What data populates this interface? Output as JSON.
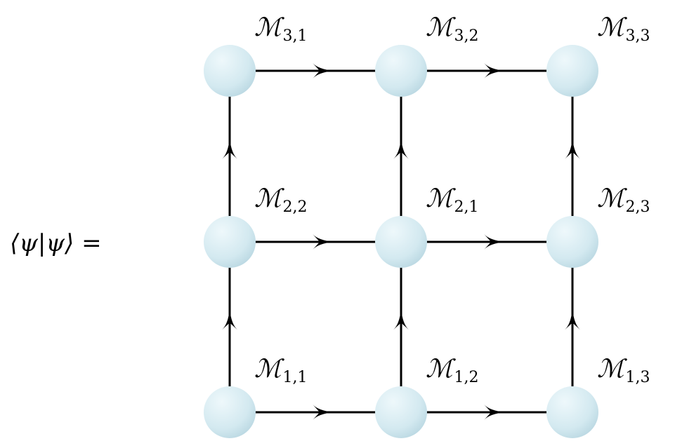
{
  "equation_lhs": "⟨ψ|ψ⟩ =",
  "node_color": "#d6edf3",
  "edge_color": "#000000",
  "nodes": [
    {
      "row": 1,
      "col": 1,
      "label": "ℳ",
      "sub": "1,1"
    },
    {
      "row": 1,
      "col": 2,
      "label": "ℳ",
      "sub": "1,2"
    },
    {
      "row": 1,
      "col": 3,
      "label": "ℳ",
      "sub": "1,3"
    },
    {
      "row": 2,
      "col": 1,
      "label": "ℳ",
      "sub": "2,2"
    },
    {
      "row": 2,
      "col": 2,
      "label": "ℳ",
      "sub": "2,1"
    },
    {
      "row": 2,
      "col": 3,
      "label": "ℳ",
      "sub": "2,3"
    },
    {
      "row": 3,
      "col": 1,
      "label": "ℳ",
      "sub": "3,1"
    },
    {
      "row": 3,
      "col": 2,
      "label": "ℳ",
      "sub": "3,2"
    },
    {
      "row": 3,
      "col": 3,
      "label": "ℳ",
      "sub": "3,3"
    }
  ],
  "edges": [
    {
      "from": [
        1,
        1
      ],
      "to": [
        1,
        2
      ]
    },
    {
      "from": [
        1,
        2
      ],
      "to": [
        1,
        3
      ]
    },
    {
      "from": [
        2,
        1
      ],
      "to": [
        2,
        2
      ]
    },
    {
      "from": [
        2,
        2
      ],
      "to": [
        2,
        3
      ]
    },
    {
      "from": [
        3,
        1
      ],
      "to": [
        3,
        2
      ]
    },
    {
      "from": [
        3,
        2
      ],
      "to": [
        3,
        3
      ]
    },
    {
      "from": [
        1,
        1
      ],
      "to": [
        2,
        1
      ]
    },
    {
      "from": [
        2,
        1
      ],
      "to": [
        3,
        1
      ]
    },
    {
      "from": [
        1,
        2
      ],
      "to": [
        2,
        2
      ]
    },
    {
      "from": [
        2,
        2
      ],
      "to": [
        3,
        2
      ]
    },
    {
      "from": [
        1,
        3
      ],
      "to": [
        2,
        3
      ]
    },
    {
      "from": [
        2,
        3
      ],
      "to": [
        3,
        3
      ]
    }
  ]
}
